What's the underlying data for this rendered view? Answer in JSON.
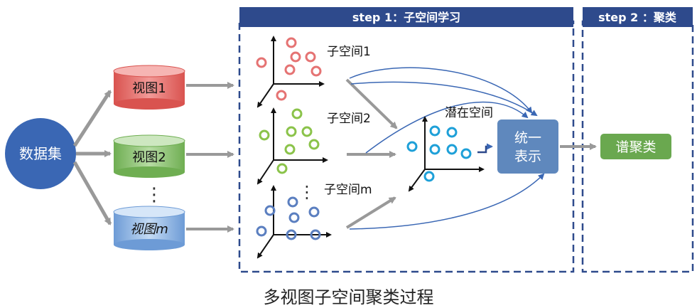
{
  "panels": {
    "step1_title": "step 1：子空间学习",
    "step2_title": "step 2 ：聚类"
  },
  "dataset": {
    "label": "数据集"
  },
  "views": [
    {
      "label": "视图1",
      "color": "#e8706f"
    },
    {
      "label": "视图2",
      "color": "#94c47d"
    },
    {
      "label": "视图m",
      "color": "#8fb4e3"
    }
  ],
  "ellipsis": "⋮",
  "subspaces": [
    {
      "label": "子空间1",
      "color": "#e57373"
    },
    {
      "label": "子空间2",
      "color": "#8bc34a"
    },
    {
      "label": "子空间m",
      "color": "#5b7fc0"
    }
  ],
  "latent_space": {
    "label": "潜在空间",
    "color": "#1ea0d8"
  },
  "unified": {
    "line1": "统一",
    "line2": "表示"
  },
  "cluster": {
    "label": "谱聚类"
  },
  "caption": "多视图子空间聚类过程",
  "colors": {
    "panel_border": "#2e4a8c",
    "panel_header": "#2e4a8c",
    "dataset_fill": "#3a67b4",
    "unified_fill": "#5f88bd",
    "cluster_fill": "#6aa84f",
    "arrow_gray": "#999999",
    "curve_blue": "#3a67b4"
  }
}
